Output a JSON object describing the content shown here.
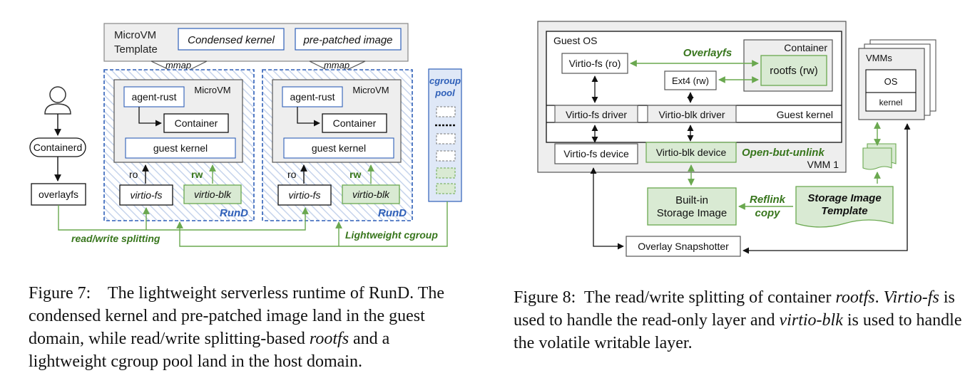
{
  "fig7": {
    "template_label_1": "MicroVM",
    "template_label_2": "Template",
    "condensed_kernel": "Condensed kernel",
    "prepatched_image": "pre-patched image",
    "mmap": "mmap",
    "containerd": "Containerd",
    "overlayfs": "overlayfs",
    "microvm": "MicroVM",
    "agent_rust": "agent-rust",
    "container": "Container",
    "guest_kernel": "guest kernel",
    "ro": "ro",
    "rw": "rw",
    "virtio_fs": "virtio-fs",
    "virtio_blk": "virtio-blk",
    "rund": "RunD",
    "cgroup_pool_1": "cgroup",
    "cgroup_pool_2": "pool",
    "read_write_splitting": "read/write splitting",
    "lightweight_cgroup": "Lightweight cgroup",
    "caption": {
      "label": "Figure 7:    ",
      "t1": "The lightweight serverless runtime of RunD. The condensed kernel and pre-patched image land in the guest domain, while read/write splitting-based ",
      "t2": "rootfs",
      "t3": " and a lightweight cgroup pool land in the host domain."
    }
  },
  "fig8": {
    "guest_os": "Guest OS",
    "container": "Container",
    "overlayfs": "Overlayfs",
    "virtio_fs_ro": "Virtio-fs (ro)",
    "rootfs_rw": "rootfs (rw)",
    "ext4_rw": "Ext4 (rw)",
    "virtio_fs_driver": "Virtio-fs driver",
    "virtio_blk_driver": "Virtio-blk driver",
    "guest_kernel": "Guest kernel",
    "virtio_fs_device": "Virtio-fs device",
    "virtio_blk_device": "Virtio-blk device",
    "open_but_unlink": "Open-but-unlink",
    "vmm1": "VMM 1",
    "vmms": "VMMs",
    "os": "OS",
    "kernel": "kernel",
    "builtin_1": "Built-in",
    "builtin_2": "Storage Image",
    "reflink_1": "Reflink",
    "reflink_2": "copy",
    "template_1": "Storage Image",
    "template_2": "Template",
    "overlay_snapshotter": "Overlay Snapshotter",
    "caption": {
      "label": "Figure 8:  ",
      "t1": "The read/write splitting of container ",
      "t2": "rootfs",
      "t3": ". ",
      "t4": "Virtio-fs",
      "t5": " is used to handle the read-only layer and ",
      "t6": "virtio-blk",
      "t7": " is used to handle the volatile writable layer."
    }
  },
  "colors": {
    "blue_border": "#2e5fb8",
    "green": "#6aa84f",
    "green_fill": "#d9ead3",
    "green_text": "#38761d",
    "gray_fill": "#eeeeee",
    "hatch": "#c6d4ec"
  }
}
